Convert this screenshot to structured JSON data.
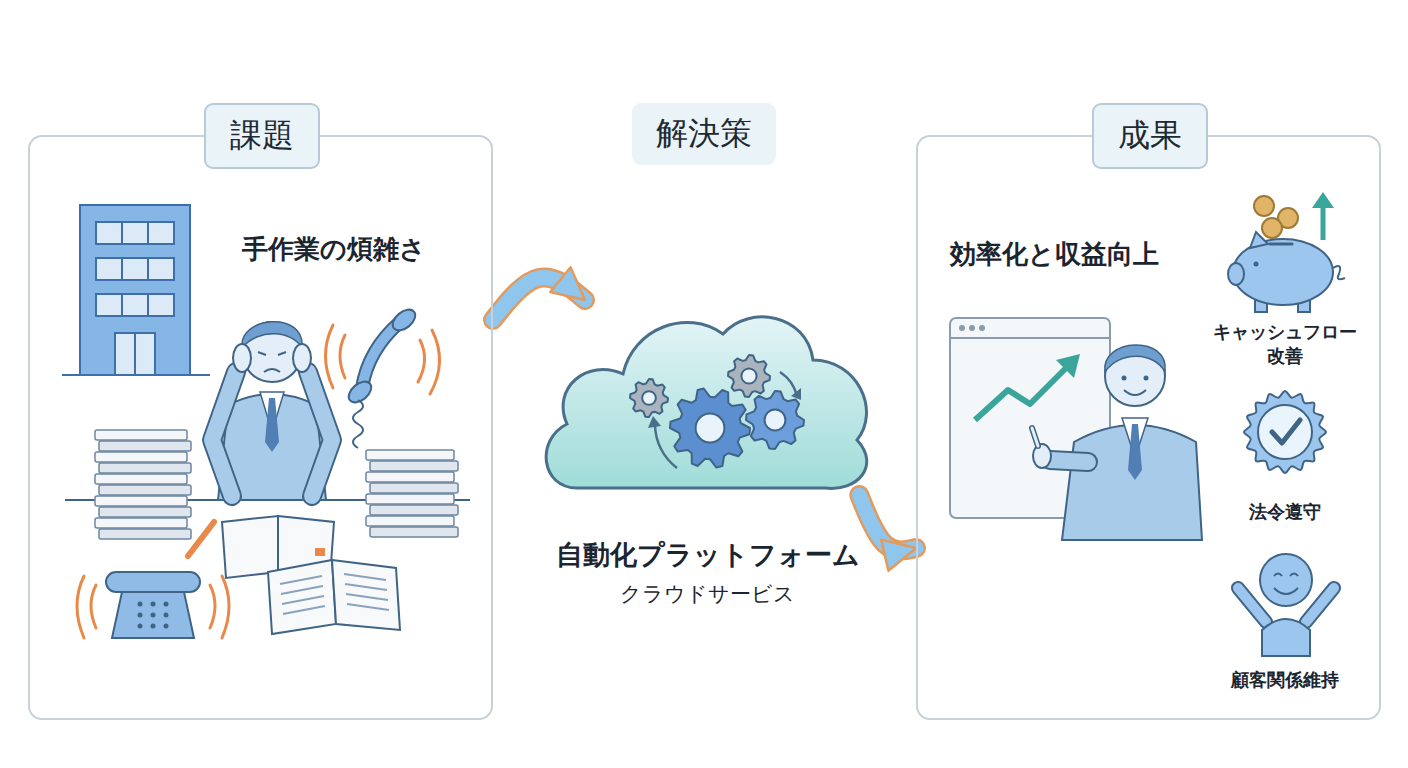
{
  "diagram": {
    "nodes": [
      {
        "text": [
          "課題",
          "手作業の煩雑さ"
        ]
      },
      {
        "text": [
          "解決策"
        ]
      },
      {
        "text": [
          "自動化プラットフォーム",
          "クラウドサービス"
        ]
      },
      {
        "text": [
          "成果",
          "効率化と収益向上"
        ]
      }
    ],
    "edges": [
      {
        "from": 0,
        "to": 2,
        "arrow": "to"
      },
      {
        "from": 2,
        "to": 3,
        "arrow": "to"
      }
    ],
    "labels": [
      "キャッシュフロー 改善",
      "法令遵守",
      "顧客関係維持"
    ]
  }
}
